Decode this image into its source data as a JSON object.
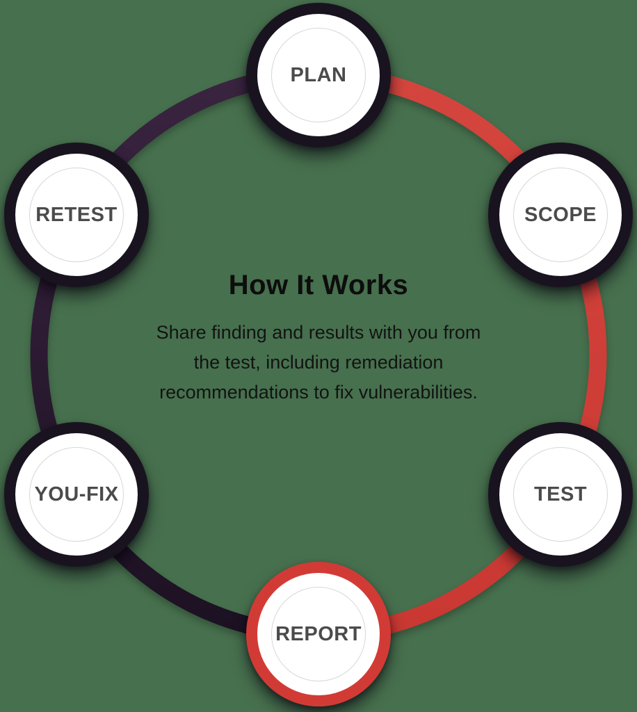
{
  "diagram": {
    "title": "How It Works",
    "description_lines": [
      "Share finding and results with you from",
      "the test, including remediation",
      "recommendations to fix vulnerabilities."
    ],
    "steps": [
      {
        "label": "PLAN",
        "position": "top",
        "ring": "dark"
      },
      {
        "label": "SCOPE",
        "position": "upper-right",
        "ring": "dark"
      },
      {
        "label": "TEST",
        "position": "lower-right",
        "ring": "dark"
      },
      {
        "label": "REPORT",
        "position": "bottom",
        "ring": "red"
      },
      {
        "label": "YOU-FIX",
        "position": "lower-left",
        "ring": "dark"
      },
      {
        "label": "RETEST",
        "position": "upper-left",
        "ring": "dark"
      }
    ],
    "colors": {
      "background": "#47704E",
      "arc_red": "#CE3E38",
      "arc_dark": "#2A1930",
      "node_ring_dark": "#191320",
      "node_ring_red": "#D23B35",
      "node_fill": "#FFFFFF",
      "inner_circle": "#D7D7D7",
      "label_text": "#4B4B4B",
      "heading_text": "#0D0D0D"
    }
  }
}
